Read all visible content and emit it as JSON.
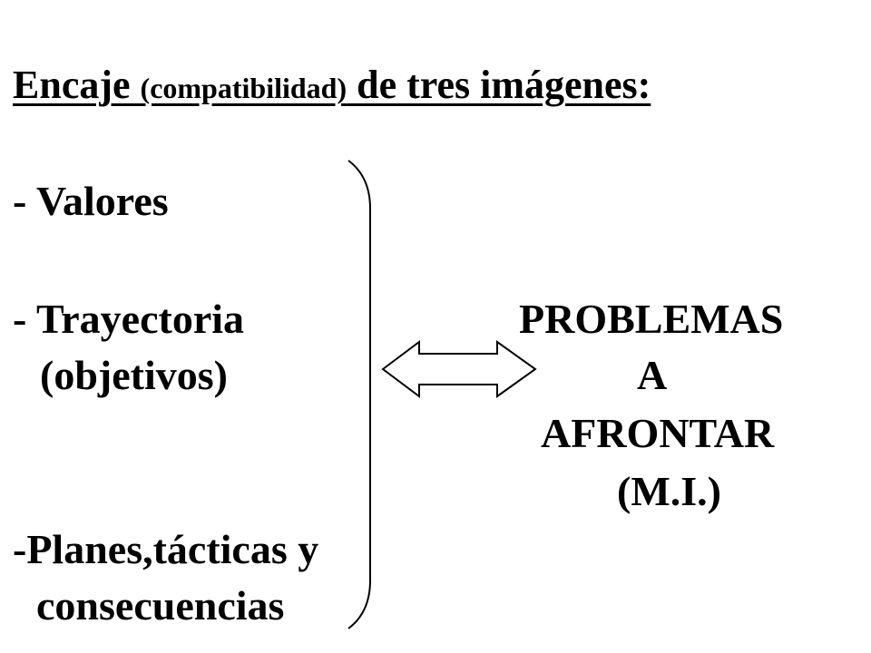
{
  "title": {
    "part1": "Encaje ",
    "part2": "(compatibilidad)",
    "part3": " de tres imágenes:"
  },
  "left_items": {
    "valores": "- Valores",
    "trayectoria": "- Trayectoria",
    "objetivos": "(objetivos)",
    "planes": "-Planes,tácticas y",
    "consecuencias": "consecuencias"
  },
  "right_items": {
    "problemas": "PROBLEMAS",
    "a": "A",
    "afrontar": "AFRONTAR",
    "mi": "(M.I.)"
  }
}
